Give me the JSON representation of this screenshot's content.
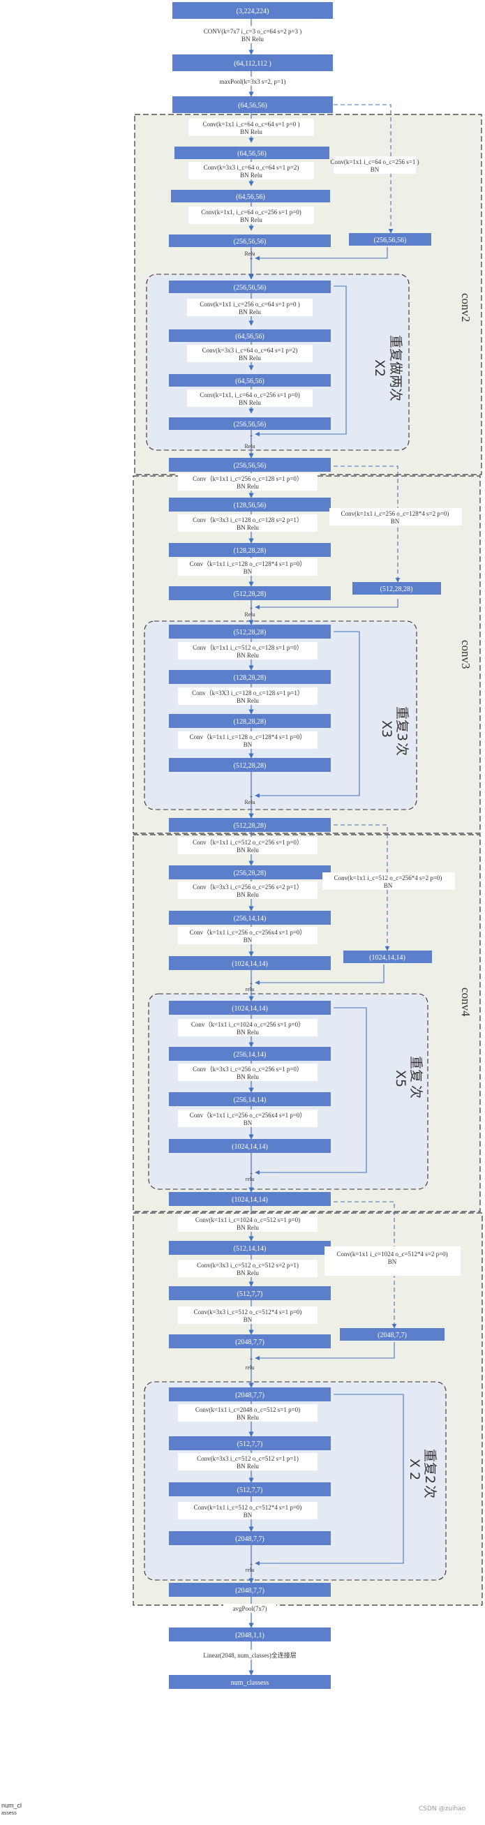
{
  "colors": {
    "bar": "#5b7fcb",
    "stage_bg": "#eeefe6",
    "repeat_bg": "#e4eaf4",
    "arrow": "#4472c4",
    "dash": "#222222"
  },
  "stem": {
    "input": "(3,224,224)",
    "conv_line1": "CONV(k=7x7 i_c=3 o_c=64 s=2 p=3 )",
    "conv_line2": "BN      Relu",
    "out1": "(64,112,112 )",
    "pool": "maxPool(k=3x3 s=2, p=1)",
    "out2": "(64,56,56)"
  },
  "conv2": {
    "name": "conv2",
    "l1a": "Conv(k=1x1 i_c=64 o_c=64 s=1 p=0 )",
    "l1b": "BN Relu",
    "s1": "(64,56,56)",
    "l2a": "Conv(k=3x3 i_c=64 o_c=64 s=1 p=2)",
    "l2b": "BN Relu",
    "s2": "(64,56,56)",
    "l3a": "Conv(k=1x1, i_c=64 o_c=256 s=1 p=0)",
    "l3b": "BN Relu",
    "s3": "(256,56,56)",
    "sc_a": "Conv(k=1x1 i_c=64 o_c=256 s=1 )",
    "sc_b": "BN",
    "sc_out": "(256,56,56)",
    "relu": "Relu",
    "r_in": "(256,56,56)",
    "r1a": "Conv(k=1x1 i_c=256 o_c=64  s=1 p=0 )",
    "r1b": "BN Relu",
    "r_s1": "(64,56,56)",
    "r2a": "Conv(k=3x3 i_c=64  o_c=64  s=1 p=2)",
    "r2b": "BN Relu",
    "r_s2": "(64,56,56)",
    "r3a": "Conv(k=1x1, i_c=64 o_c=256 s=1 p=0)",
    "r3b": "BN Relu",
    "r_s3": "(256,56,56)",
    "repeat1": "重复做两次",
    "repeat2": "X2",
    "relu_out": "Relu",
    "out": "(256,56,56)"
  },
  "conv3": {
    "name": "conv3",
    "l1a": "Conv（k=1x1 i_c=256 o_c=128 s=1 p=0）",
    "l1b": "BN Relu",
    "s1": "(128,56,56)",
    "l2a": "Conv（k=3x3 i_c=128 o_c=128 s=2 p=1）",
    "l2b": "BN Relu",
    "s2": "(128,28,28)",
    "l3a": "Conv（k=1x1 i_c=128 o_c=128*4  s=1 p=0）",
    "l3b": "BN",
    "s3": "(512,28,28)",
    "sc_a": "Conv(k=1x1 i_c=256 o_c=128*4 s=2 p=0)",
    "sc_b": "BN",
    "sc_out": "(512,28,28)",
    "relu": "Relu",
    "r_in": "(512,28,28)",
    "r1a": "Conv（k=1x1 i_c=512 o_c=128  s=1 p=0）",
    "r1b": "BN Relu",
    "r_s1": "(128,28,28)",
    "r2a": "Conv（k=3X3 i_c=128 o_c=128  s=1 p=1）",
    "r2b": "BN Relu",
    "r_s2": "(128,28,28)",
    "r3a": "Conv（k=1x1 i_c=128 o_c=128*4  s=1 p=0）",
    "r3b": "BN",
    "r_s3": "(512,28,28)",
    "repeat1": "重复3",
    "repeat2": "X3",
    "repeat3": "次",
    "relu_out": "Relu",
    "out": "(512,28,28)"
  },
  "conv4": {
    "name": "conv4",
    "l1a": "Conv（k=1x1 i_c=512 o_c=256 s=1 p=0）",
    "l1b": "BN Relu",
    "s1": "(256,28,28)",
    "l2a": "Conv（k=3x3 i_c=256  o_c=256 s=2 p=1）",
    "l2b": "BN Relu",
    "s2": "(256,14,14)",
    "l3a": "Conv（k=1x1 i_c=256  o_c=256x4  s=1 p=0）",
    "l3b": "BN",
    "s3": "(1024,14,14)",
    "sc_a": "Conv(k=1x1 i_c=512 o_c=256*4 s=2 p=0)",
    "sc_b": "BN",
    "sc_out": "(1024,14,14)",
    "relu": "relu",
    "r_in": "(1024,14,14)",
    "r1a": "Conv（k=1x1 i_c=1024 o_c=256 s=1 p=0）",
    "r1b": "BN Relu",
    "r_s1": "(256,14,14)",
    "r2a": "Conv（k=3x3 i_c=256  o_c=256  s=1 p=0）",
    "r2b": "BN Relu",
    "r_s2": "(256,14,14)",
    "r3a": "Conv（k=1x1 i_c=256  o_c=256x4  s=1 p=0）",
    "r3b": "BN",
    "r_s3": "(1024,14,14)",
    "repeat1": "重复",
    "repeat2": "X5",
    "repeat3": "次",
    "relu_out": "relu",
    "out": "(1024,14,14)"
  },
  "conv5": {
    "l1a": "Conv(k=1x1 i_c=1024 o_c=512 s=1 p=0)",
    "l1b": "BN Relu",
    "s1": "(512,14,14)",
    "l2a": "Conv(k=3x3 i_c=512 o_c=512  s=2 p=1)",
    "l2b": "BN Relu",
    "s2": "(512,7,7)",
    "l3a": "Conv(k=3x3 i_c=512 o_c=512*4  s=1  p=0)",
    "l3b": "BN",
    "s3": "(2048,7,7)",
    "sc_a": "Conv(k=1x1 i_c=1024 o_c=512*4  s=2 p=0)",
    "sc_b": "BN",
    "sc_out": "(2048,7,7)",
    "relu": "relu",
    "r_in": "(2048,7,7)",
    "r1a": "Conv(k=1x1 i_c=2048 o_c=512 s=1 p=0)",
    "r1b": "BN Relu",
    "r_s1": "(512,7,7)",
    "r2a": "Conv(k=3x3 i_c=512 o_c=512  s=1 p=1)",
    "r2b": "BN Relu",
    "r_s2": "(512,7,7)",
    "r3a": "Conv(k=1x1 i_c=512 o_c=512*4  s=1  p=0)",
    "r3b": "BN",
    "r_s3": "(2048,7,7)",
    "repeat1": "重复2",
    "repeat2": "X 2",
    "repeat3": "次",
    "relu_out": "relu",
    "out": "(2048,7,7)"
  },
  "head": {
    "pool": "avgPool(7x7)",
    "pool_out": "(2048,1,1)",
    "linear": "Linear(2048, num_classes)全连接层",
    "out": "num_classess"
  },
  "corner": {
    "line1": "num_cl",
    "line2": "assess"
  },
  "footer": "CSDN @zuihao"
}
